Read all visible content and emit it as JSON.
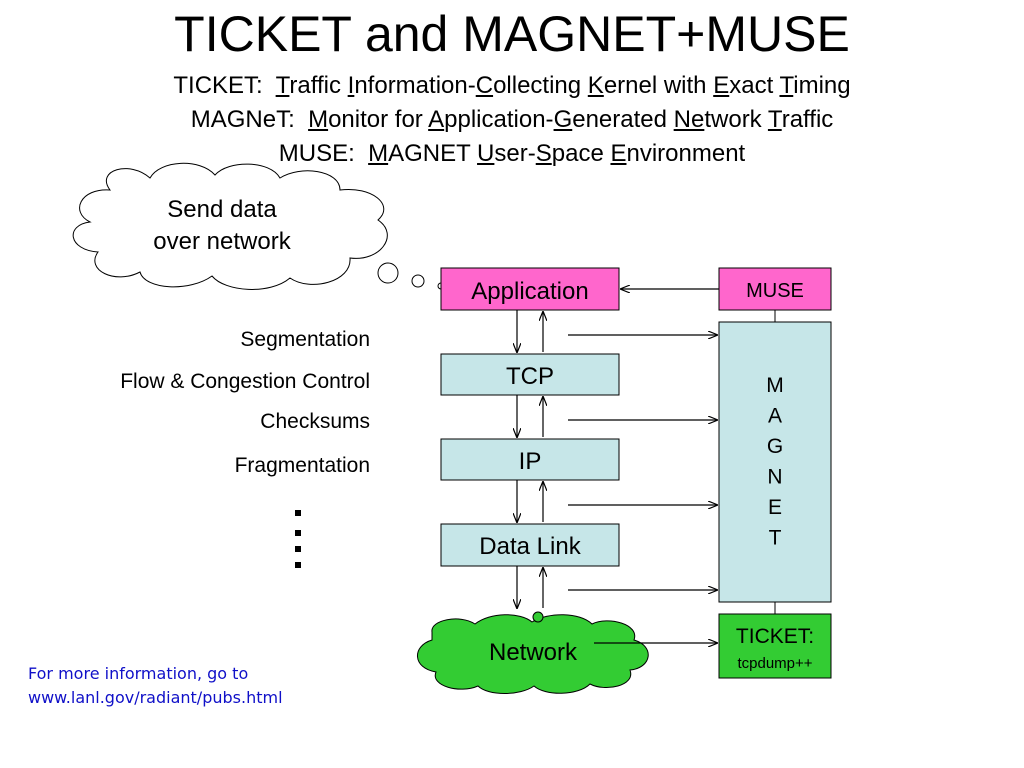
{
  "title": "TICKET and MAGNET+MUSE",
  "expansions": [
    {
      "segments": [
        {
          "text": "TICKET:  ",
          "u": false
        },
        {
          "text": "T",
          "u": true
        },
        {
          "text": "raffic ",
          "u": false
        },
        {
          "text": "I",
          "u": true
        },
        {
          "text": "nformation-",
          "u": false
        },
        {
          "text": "C",
          "u": true
        },
        {
          "text": "ollecting ",
          "u": false
        },
        {
          "text": "K",
          "u": true
        },
        {
          "text": "ernel with ",
          "u": false
        },
        {
          "text": "E",
          "u": true
        },
        {
          "text": "xact ",
          "u": false
        },
        {
          "text": "T",
          "u": true
        },
        {
          "text": "iming",
          "u": false
        }
      ]
    },
    {
      "segments": [
        {
          "text": "MAGNeT:  ",
          "u": false
        },
        {
          "text": "M",
          "u": true
        },
        {
          "text": "onitor for ",
          "u": false
        },
        {
          "text": "A",
          "u": true
        },
        {
          "text": "pplication-",
          "u": false
        },
        {
          "text": "G",
          "u": true
        },
        {
          "text": "enerated ",
          "u": false
        },
        {
          "text": "Ne",
          "u": true
        },
        {
          "text": "twork ",
          "u": false
        },
        {
          "text": "T",
          "u": true
        },
        {
          "text": "raffic",
          "u": false
        }
      ]
    },
    {
      "segments": [
        {
          "text": "MUSE:  ",
          "u": false
        },
        {
          "text": "M",
          "u": true
        },
        {
          "text": "AGNET ",
          "u": false
        },
        {
          "text": "U",
          "u": true
        },
        {
          "text": "ser-",
          "u": false
        },
        {
          "text": "S",
          "u": true
        },
        {
          "text": "pace ",
          "u": false
        },
        {
          "text": "E",
          "u": true
        },
        {
          "text": "nvironment",
          "u": false
        }
      ]
    }
  ],
  "thought_bubble": {
    "line1": "Send data",
    "line2": "over network"
  },
  "stack": {
    "application": "Application",
    "tcp": "TCP",
    "ip": "IP",
    "data_link": "Data Link",
    "network": "Network"
  },
  "functions": {
    "segmentation": "Segmentation",
    "flow_control": "Flow & Congestion Control",
    "checksums": "Checksums",
    "fragmentation": "Fragmentation"
  },
  "muse": "MUSE",
  "magnet_letters": [
    "M",
    "A",
    "G",
    "N",
    "E",
    "T"
  ],
  "ticket": {
    "label": "TICKET:",
    "sub": "tcpdump++"
  },
  "footer": {
    "line1": "For more information, go to",
    "line2": "www.lanl.gov/radiant/pubs.html"
  },
  "colors": {
    "application": "#ff66cc",
    "muse": "#ff66cc",
    "layer": "#c6e6e8",
    "magnet": "#c6e6e8",
    "ticket": "#33cc33",
    "network": "#33cc33",
    "footer_text": "#1010c8"
  }
}
